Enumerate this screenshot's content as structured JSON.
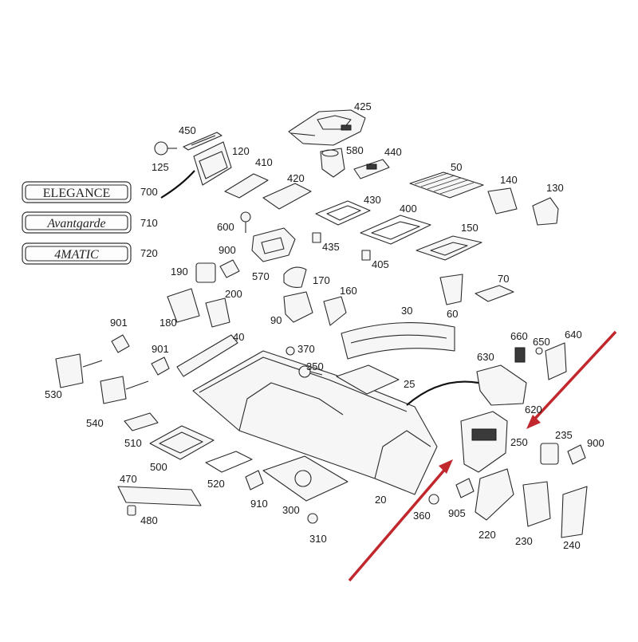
{
  "badges": {
    "elegance": "ELEGANCE",
    "avantgarde": "Avantgarde",
    "matic": "4MATIC"
  },
  "labels": [
    "425",
    "450",
    "120",
    "125",
    "580",
    "440",
    "410",
    "420",
    "50",
    "140",
    "130",
    "700",
    "710",
    "720",
    "600",
    "430",
    "400",
    "150",
    "900",
    "435",
    "405",
    "190",
    "570",
    "170",
    "160",
    "70",
    "200",
    "180",
    "90",
    "60",
    "30",
    "901",
    "901",
    "40",
    "370",
    "350",
    "25",
    "660",
    "650",
    "640",
    "630",
    "530",
    "540",
    "510",
    "500",
    "520",
    "910",
    "300",
    "310",
    "470",
    "480",
    "20",
    "360",
    "905",
    "220",
    "230",
    "240",
    "620",
    "250",
    "235",
    "900"
  ],
  "arrows": {
    "color": "#c0282d"
  }
}
